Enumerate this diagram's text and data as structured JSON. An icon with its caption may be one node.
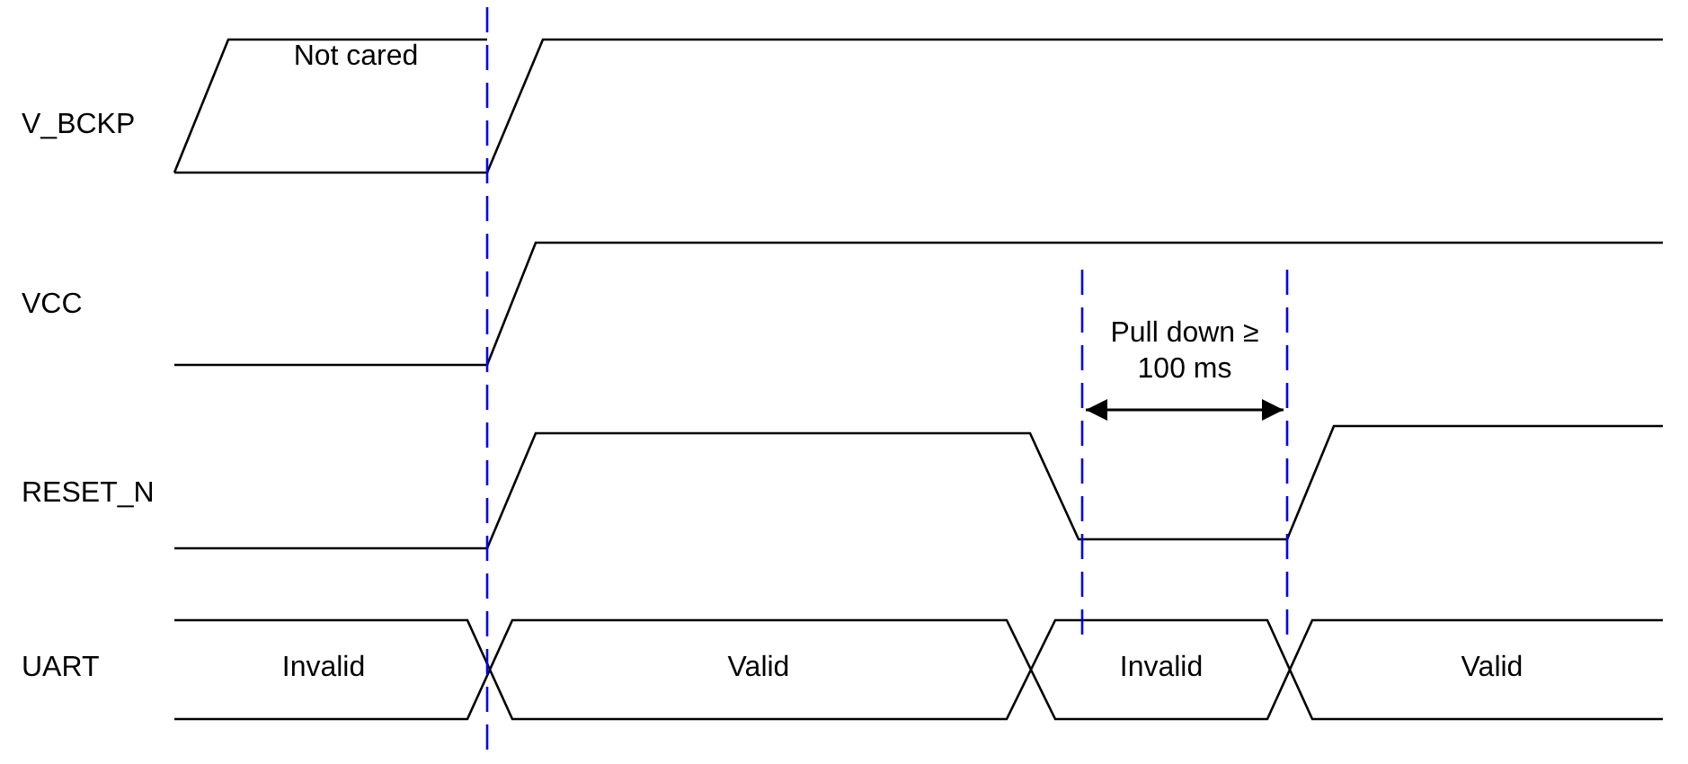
{
  "diagram": {
    "labels": [
      "V_BCKP",
      "Not cared",
      "VCC",
      "Pull down ≥ 100 ms",
      "RESET_N",
      "UART",
      "Invalid",
      "Valid",
      "Invalid",
      "Valid"
    ]
  }
}
